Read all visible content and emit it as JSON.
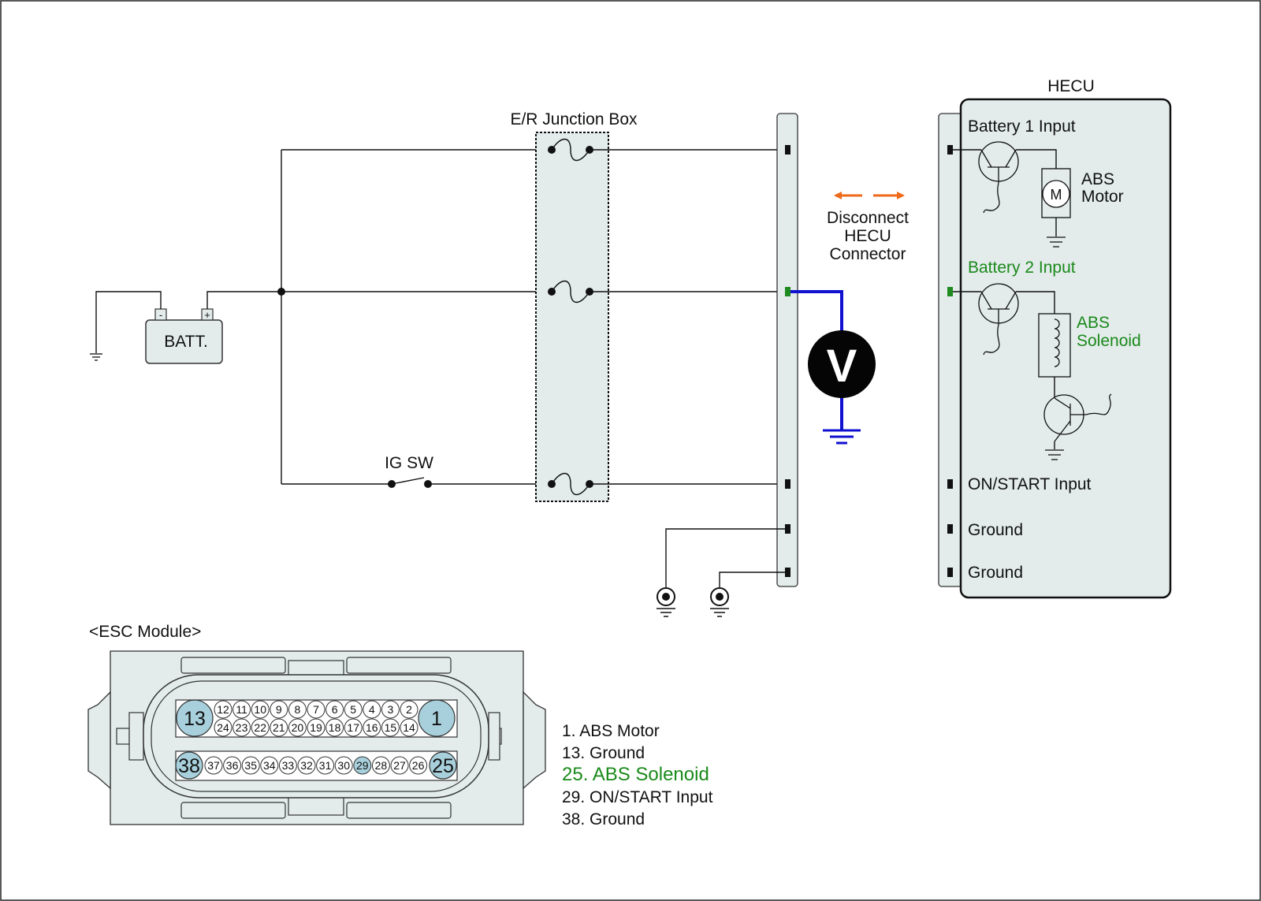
{
  "colors": {
    "panel": "#e3ebeb",
    "meter_wire": "#1010d0",
    "highlight_pin": "#1f8a1f",
    "arrow": "#ee6a1a",
    "green_text": "#1a8a1a",
    "pin_highlight_fill": "#a8d0dc"
  },
  "junction_box": {
    "label": "E/R Junction Box"
  },
  "battery": {
    "label": "BATT.",
    "neg": "-",
    "pos": "+"
  },
  "ig_switch": {
    "label": "IG SW"
  },
  "meter": {
    "symbol": "V",
    "icon": "voltmeter-icon"
  },
  "disconnect": {
    "line1": "Disconnect",
    "line2": "HECU",
    "line3": "Connector",
    "icon": "disconnect-arrows-icon"
  },
  "hecu": {
    "title": "HECU",
    "pins": [
      "Battery 1 Input",
      "Battery 2 Input",
      "ON/START Input",
      "Ground",
      "Ground"
    ],
    "motor": {
      "line1": "ABS",
      "line2": "Motor",
      "symbol": "M"
    },
    "solenoid": {
      "line1": "ABS",
      "line2": "Solenoid"
    }
  },
  "esc_module": {
    "title": "<ESC Module>",
    "top_row": [
      "12",
      "11",
      "10",
      "9",
      "8",
      "7",
      "6",
      "5",
      "4",
      "3",
      "2"
    ],
    "mid_row": [
      "24",
      "23",
      "22",
      "21",
      "20",
      "19",
      "18",
      "17",
      "16",
      "15",
      "14"
    ],
    "bottom_row": [
      "37",
      "36",
      "35",
      "34",
      "33",
      "32",
      "31",
      "30",
      "29",
      "28",
      "27",
      "26"
    ],
    "big_pins": {
      "top_left": "13",
      "top_right": "1",
      "bottom_left": "38",
      "bottom_right": "25"
    },
    "highlighted_small_pin": "29"
  },
  "legend": [
    {
      "text": "1. ABS Motor",
      "highlight": false
    },
    {
      "text": "13. Ground",
      "highlight": false
    },
    {
      "text": "25. ABS Solenoid",
      "highlight": true
    },
    {
      "text": "29. ON/START Input",
      "highlight": false
    },
    {
      "text": "38. Ground",
      "highlight": false
    }
  ]
}
